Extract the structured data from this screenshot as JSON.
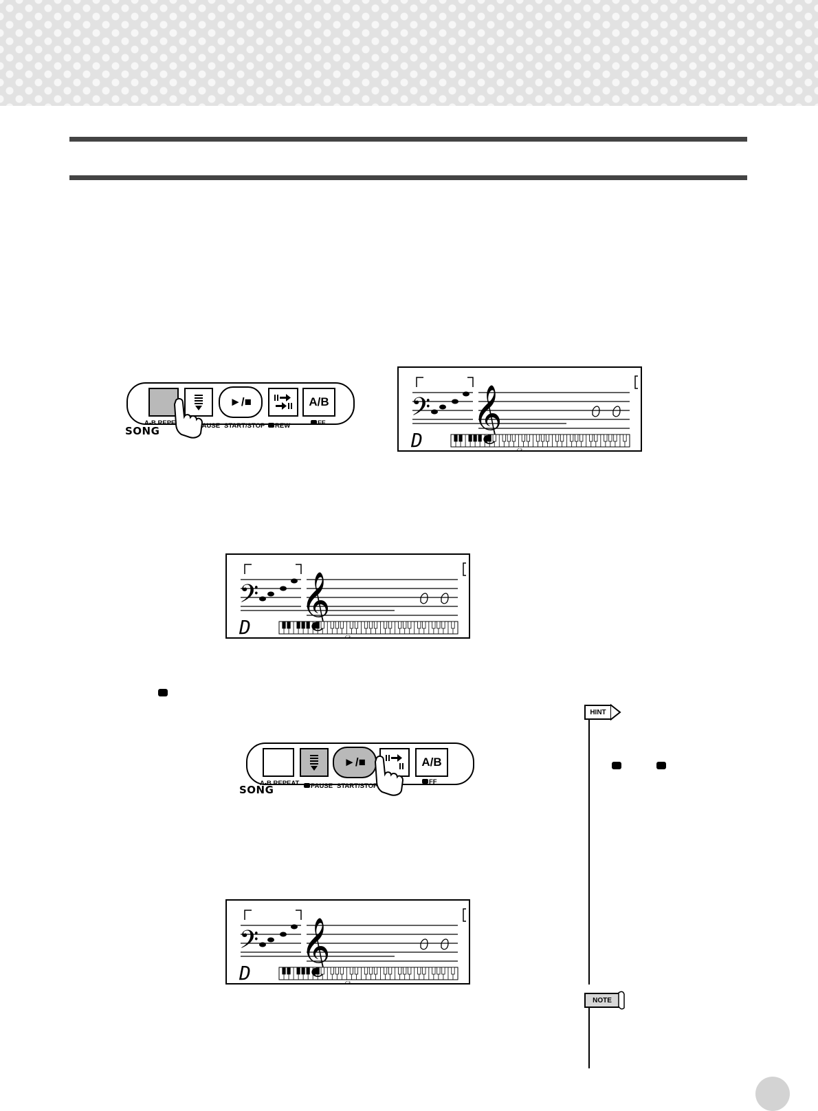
{
  "colors": {
    "rule": "#444444",
    "shaded_button": "#b9b9b9",
    "page_circle": "#d3d3d3"
  },
  "icons": {
    "pause_small": "pause-icon",
    "rewind_small": "rewind-icon",
    "fastforward_small": "fast-forward-icon"
  },
  "panel": {
    "ab_repeat": "A-B REPEAT",
    "pause": "PAUSE",
    "start_stop": "START/STOP",
    "rew": "REW",
    "ff": "FF",
    "song": "SONG",
    "ab_button": "A/B",
    "play_stop_glyph": "►/■",
    "ab_repeat_left": "A-B REPE"
  },
  "lcd": {
    "digit": "D",
    "key_marker": "C3"
  },
  "sidebar": {
    "hint": "HINT",
    "note": "NOTE"
  }
}
